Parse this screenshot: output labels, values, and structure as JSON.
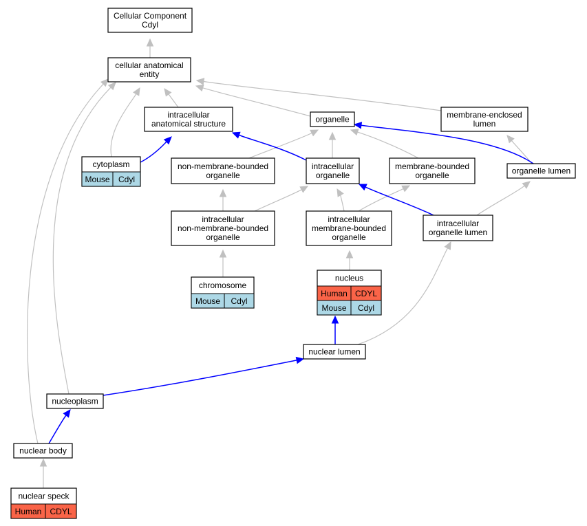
{
  "colors": {
    "human": "#fa6448",
    "mouse": "#add8e6",
    "is_a_edge": "#c0c0c0",
    "part_of_edge": "#0000ff"
  },
  "nodes": {
    "root": {
      "lines": [
        "Cellular Component",
        "Cdyl"
      ]
    },
    "cellular_anatomical_entity": {
      "lines": [
        "cellular anatomical",
        "entity"
      ]
    },
    "intracellular_anatomical_structure": {
      "lines": [
        "intracellular",
        "anatomical structure"
      ]
    },
    "organelle": {
      "lines": [
        "organelle"
      ]
    },
    "membrane_enclosed_lumen": {
      "lines": [
        "membrane-enclosed",
        "lumen"
      ]
    },
    "cytoplasm": {
      "lines": [
        "cytoplasm"
      ],
      "annotations": [
        [
          "Mouse",
          "Cdyl"
        ]
      ]
    },
    "non_membrane_bounded_organelle": {
      "lines": [
        "non-membrane-bounded",
        "organelle"
      ]
    },
    "intracellular_organelle": {
      "lines": [
        "intracellular",
        "organelle"
      ]
    },
    "membrane_bounded_organelle": {
      "lines": [
        "membrane-bounded",
        "organelle"
      ]
    },
    "organelle_lumen": {
      "lines": [
        "organelle lumen"
      ]
    },
    "intracellular_non_membrane_bounded_organelle": {
      "lines": [
        "intracellular",
        "non-membrane-bounded",
        "organelle"
      ]
    },
    "intracellular_membrane_bounded_organelle": {
      "lines": [
        "intracellular",
        "membrane-bounded",
        "organelle"
      ]
    },
    "intracellular_organelle_lumen": {
      "lines": [
        "intracellular",
        "organelle lumen"
      ]
    },
    "chromosome": {
      "lines": [
        "chromosome"
      ],
      "annotations": [
        [
          "Mouse",
          "Cdyl"
        ]
      ]
    },
    "nucleus": {
      "lines": [
        "nucleus"
      ],
      "annotations": [
        [
          "Human",
          "CDYL"
        ],
        [
          "Mouse",
          "Cdyl"
        ]
      ]
    },
    "nuclear_lumen": {
      "lines": [
        "nuclear lumen"
      ]
    },
    "nucleoplasm": {
      "lines": [
        "nucleoplasm"
      ]
    },
    "nuclear_body": {
      "lines": [
        "nuclear body"
      ]
    },
    "nuclear_speck": {
      "lines": [
        "nuclear speck"
      ],
      "annotations": [
        [
          "Human",
          "CDYL"
        ]
      ]
    }
  },
  "edges": [
    {
      "from": "cellular_anatomical_entity",
      "to": "root",
      "type": "is_a"
    },
    {
      "from": "intracellular_anatomical_structure",
      "to": "cellular_anatomical_entity",
      "type": "is_a"
    },
    {
      "from": "organelle",
      "to": "cellular_anatomical_entity",
      "type": "is_a"
    },
    {
      "from": "membrane_enclosed_lumen",
      "to": "cellular_anatomical_entity",
      "type": "is_a"
    },
    {
      "from": "cytoplasm",
      "to": "cellular_anatomical_entity",
      "type": "is_a"
    },
    {
      "from": "cytoplasm",
      "to": "intracellular_anatomical_structure",
      "type": "part_of"
    },
    {
      "from": "non_membrane_bounded_organelle",
      "to": "organelle",
      "type": "is_a"
    },
    {
      "from": "intracellular_organelle",
      "to": "organelle",
      "type": "is_a"
    },
    {
      "from": "intracellular_organelle",
      "to": "intracellular_anatomical_structure",
      "type": "part_of"
    },
    {
      "from": "membrane_bounded_organelle",
      "to": "organelle",
      "type": "is_a"
    },
    {
      "from": "organelle_lumen",
      "to": "membrane_enclosed_lumen",
      "type": "is_a"
    },
    {
      "from": "organelle_lumen",
      "to": "organelle",
      "type": "part_of"
    },
    {
      "from": "intracellular_non_membrane_bounded_organelle",
      "to": "non_membrane_bounded_organelle",
      "type": "is_a"
    },
    {
      "from": "intracellular_non_membrane_bounded_organelle",
      "to": "intracellular_organelle",
      "type": "is_a"
    },
    {
      "from": "intracellular_membrane_bounded_organelle",
      "to": "intracellular_organelle",
      "type": "is_a"
    },
    {
      "from": "intracellular_membrane_bounded_organelle",
      "to": "membrane_bounded_organelle",
      "type": "is_a"
    },
    {
      "from": "intracellular_organelle_lumen",
      "to": "organelle_lumen",
      "type": "is_a"
    },
    {
      "from": "intracellular_organelle_lumen",
      "to": "intracellular_organelle",
      "type": "part_of"
    },
    {
      "from": "chromosome",
      "to": "intracellular_non_membrane_bounded_organelle",
      "type": "is_a"
    },
    {
      "from": "nucleus",
      "to": "intracellular_membrane_bounded_organelle",
      "type": "is_a"
    },
    {
      "from": "nuclear_lumen",
      "to": "intracellular_organelle_lumen",
      "type": "is_a"
    },
    {
      "from": "nuclear_lumen",
      "to": "nucleus",
      "type": "part_of"
    },
    {
      "from": "nucleoplasm",
      "to": "cellular_anatomical_entity",
      "type": "is_a"
    },
    {
      "from": "nucleoplasm",
      "to": "nuclear_lumen",
      "type": "part_of"
    },
    {
      "from": "nuclear_body",
      "to": "cellular_anatomical_entity",
      "type": "is_a"
    },
    {
      "from": "nuclear_body",
      "to": "nucleoplasm",
      "type": "part_of"
    },
    {
      "from": "nuclear_speck",
      "to": "nuclear_body",
      "type": "is_a"
    }
  ]
}
